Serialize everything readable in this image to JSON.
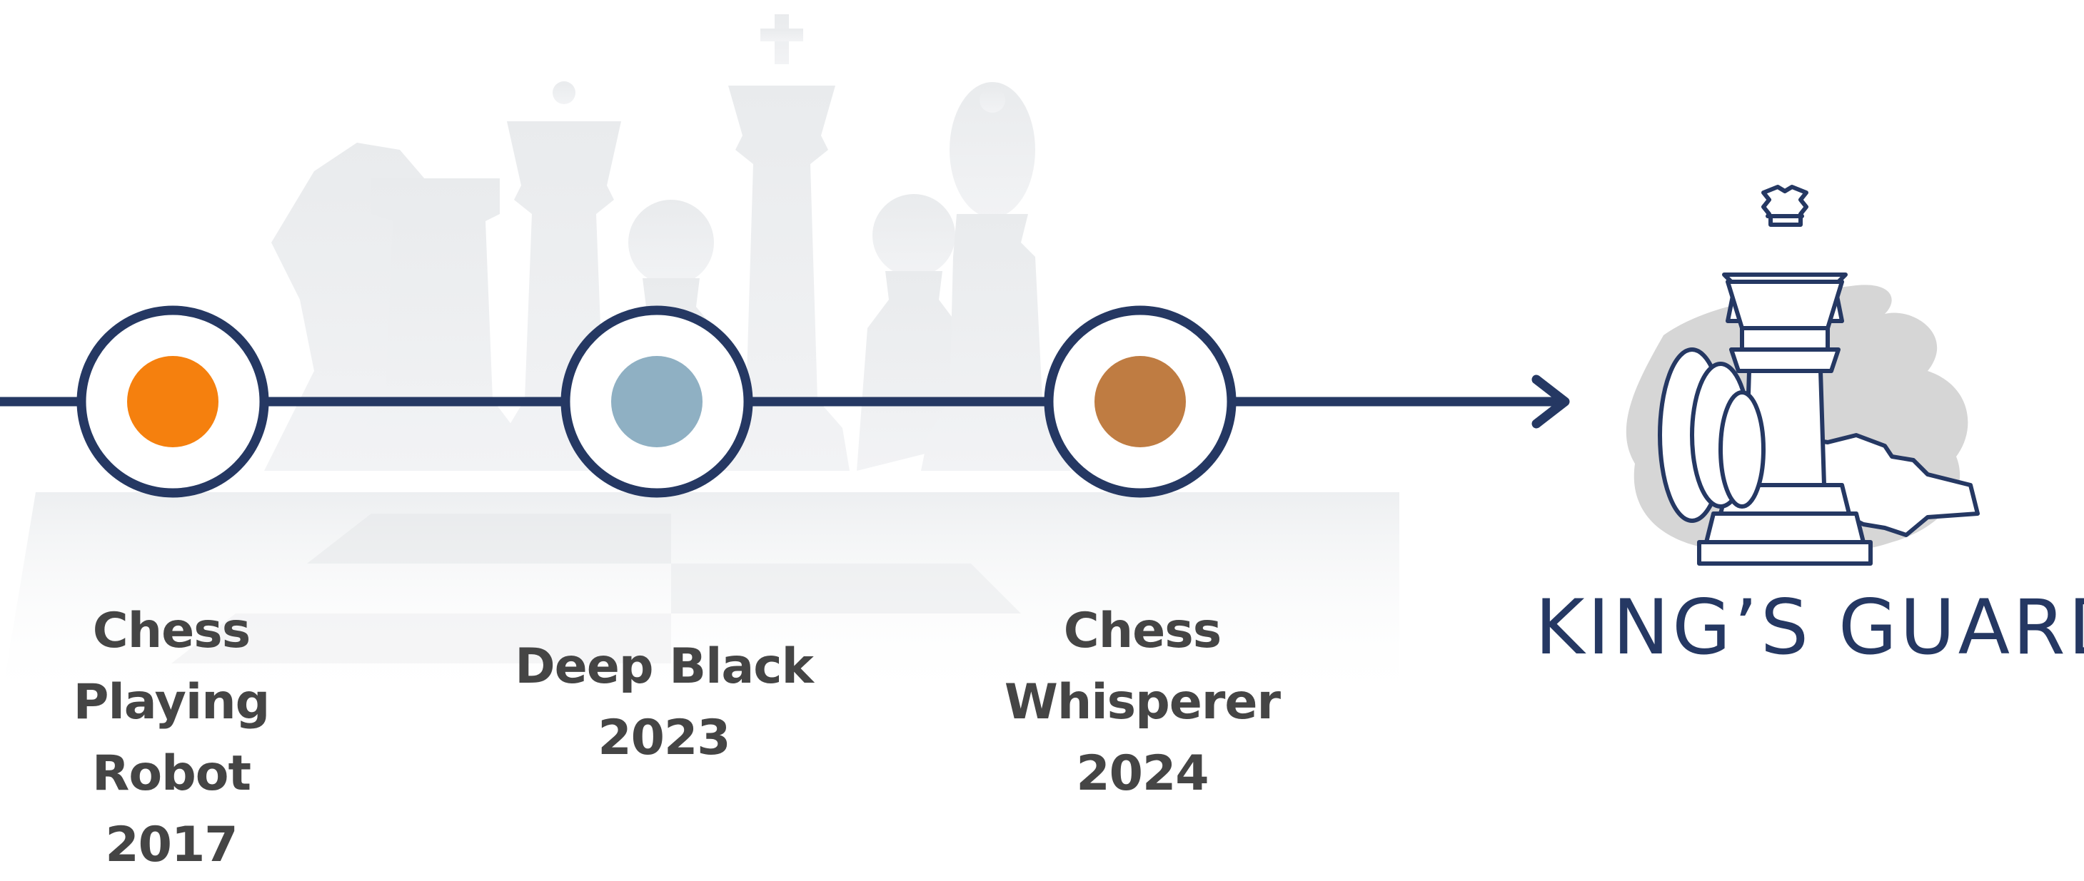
{
  "colors": {
    "line": "#253863",
    "background_pieces": "#e6e8ea",
    "brand": "#253863",
    "label": "#454545"
  },
  "milestones": [
    {
      "title_lines": [
        "Chess Playing",
        "Robot"
      ],
      "year": "2017",
      "dot_color": "#f5800e"
    },
    {
      "title_lines": [
        "Deep Black"
      ],
      "year": "2023",
      "dot_color": "#8fb0c3"
    },
    {
      "title_lines": [
        "Chess",
        "Whisperer"
      ],
      "year": "2024",
      "dot_color": "#bf7c42"
    }
  ],
  "brand": {
    "name": "KING’S GUARD",
    "logo_icon": "fallen-king-chess-icon"
  }
}
